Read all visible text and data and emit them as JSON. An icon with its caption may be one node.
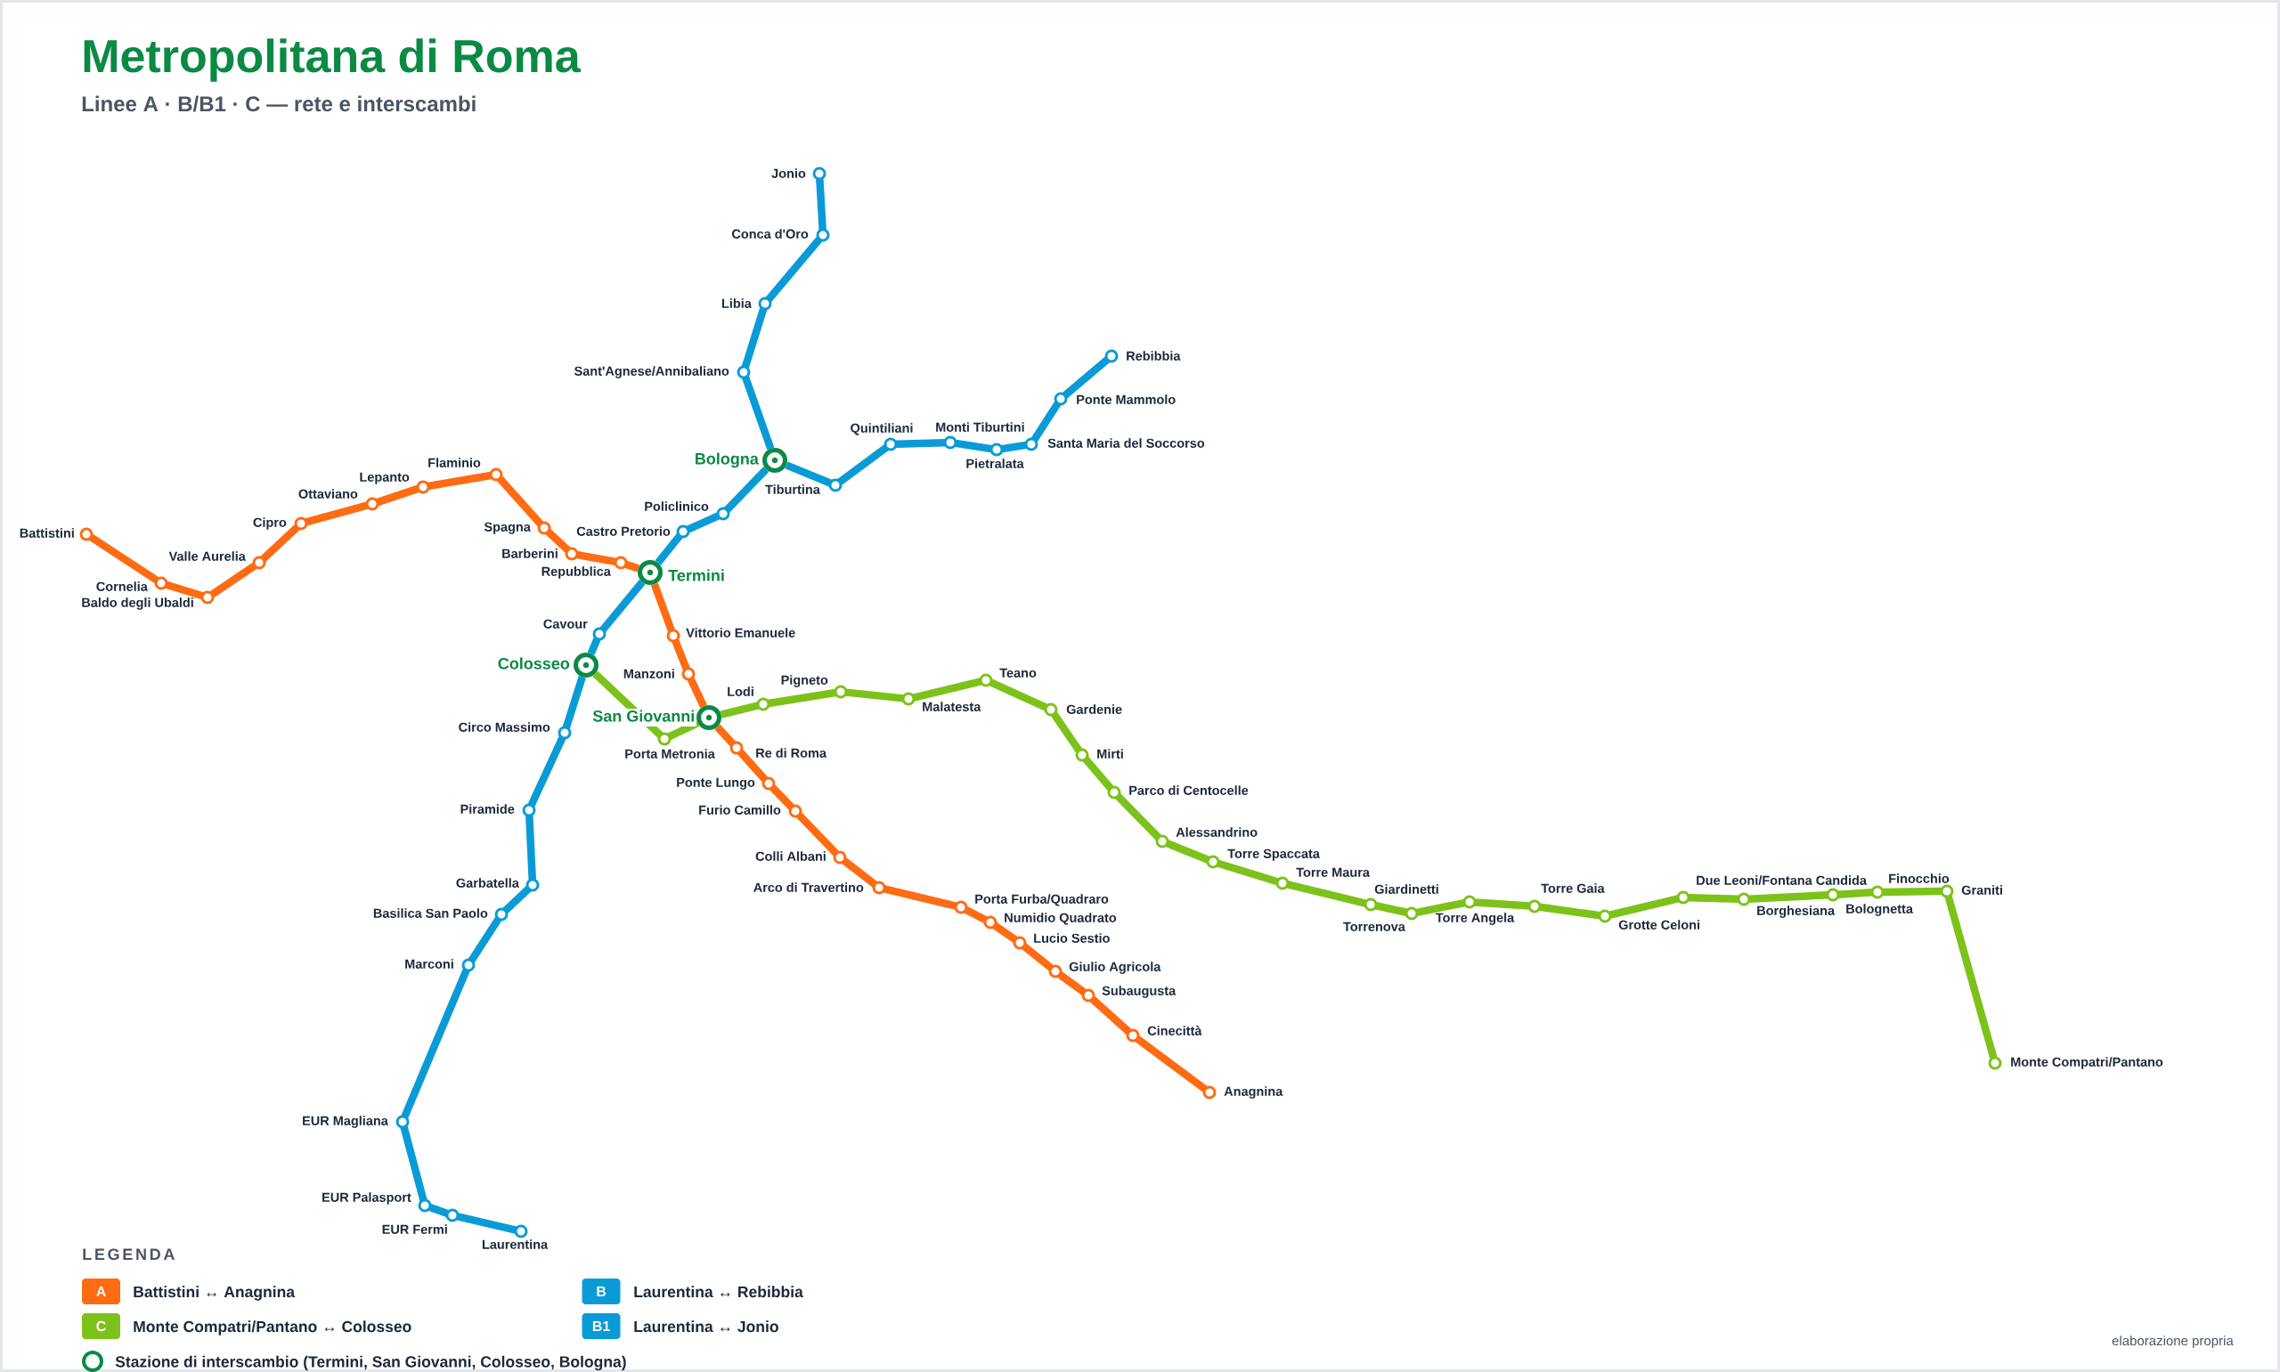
{
  "diagram": {
    "title": "Metropolitana di Roma",
    "nodes": [
      {
        "text": [],
        "shape": "circle",
        "beside": [
          "Battistini"
        ]
      },
      {
        "text": [],
        "shape": "circle",
        "beside": [
          "Cornelia"
        ]
      },
      {
        "text": [],
        "shape": "circle",
        "beside": [
          "Baldo degli Ubaldi"
        ]
      },
      {
        "text": [],
        "shape": "circle",
        "beside": [
          "Valle Aurelia"
        ]
      },
      {
        "text": [],
        "shape": "circle",
        "beside": [
          "Cipro"
        ]
      },
      {
        "text": [],
        "shape": "circle",
        "beside": [
          "Ottaviano"
        ]
      },
      {
        "text": [],
        "shape": "circle",
        "beside": [
          "Lepanto"
        ]
      },
      {
        "text": [],
        "shape": "circle",
        "beside": [
          "Flaminio"
        ]
      },
      {
        "text": [],
        "shape": "circle",
        "beside": [
          "Spagna"
        ]
      },
      {
        "text": [],
        "shape": "circle",
        "beside": [
          "Barberini"
        ]
      },
      {
        "text": [],
        "shape": "circle",
        "beside": [
          "Repubblica"
        ]
      },
      {
        "text": [],
        "shape": "circle",
        "beside": [
          "Termini"
        ]
      },
      {
        "text": [],
        "shape": "circle",
        "beside": [
          "Vittorio Emanuele"
        ]
      },
      {
        "text": [],
        "shape": "circle",
        "beside": [
          "Manzoni"
        ]
      },
      {
        "text": [],
        "shape": "circle",
        "beside": [
          "San Giovanni"
        ]
      },
      {
        "text": [],
        "shape": "circle",
        "beside": [
          "Re di Roma"
        ]
      },
      {
        "text": [],
        "shape": "circle",
        "beside": [
          "Ponte Lungo"
        ]
      },
      {
        "text": [],
        "shape": "circle",
        "beside": [
          "Furio Camillo"
        ]
      },
      {
        "text": [],
        "shape": "circle",
        "beside": [
          "Colli Albani"
        ]
      },
      {
        "text": [],
        "shape": "circle",
        "beside": [
          "Arco di Travertino"
        ]
      },
      {
        "text": [],
        "shape": "circle",
        "beside": [
          "Porta Furba/Quadraro"
        ]
      },
      {
        "text": [],
        "shape": "circle",
        "beside": [
          "Numidio Quadrato"
        ]
      },
      {
        "text": [],
        "shape": "circle",
        "beside": [
          "Lucio Sestio"
        ]
      },
      {
        "text": [],
        "shape": "circle",
        "beside": [
          "Giulio Agricola"
        ]
      },
      {
        "text": [],
        "shape": "circle",
        "beside": [
          "Subaugusta"
        ]
      },
      {
        "text": [],
        "shape": "circle",
        "beside": [
          "Cinecittà"
        ]
      },
      {
        "text": [],
        "shape": "circle",
        "beside": [
          "Anagnina"
        ]
      },
      {
        "text": [],
        "shape": "circle",
        "beside": [
          "Laurentina"
        ]
      },
      {
        "text": [],
        "shape": "circle",
        "beside": [
          "EUR Fermi"
        ]
      },
      {
        "text": [],
        "shape": "circle",
        "beside": [
          "EUR Palasport"
        ]
      },
      {
        "text": [],
        "shape": "circle",
        "beside": [
          "EUR Magliana"
        ]
      },
      {
        "text": [],
        "shape": "circle",
        "beside": [
          "Marconi"
        ]
      },
      {
        "text": [],
        "shape": "circle",
        "beside": [
          "Basilica San Paolo"
        ]
      },
      {
        "text": [],
        "shape": "circle",
        "beside": [
          "Garbatella"
        ]
      },
      {
        "text": [],
        "shape": "circle",
        "beside": [
          "Piramide"
        ]
      },
      {
        "text": [],
        "shape": "circle",
        "beside": [
          "Circo Massimo"
        ]
      },
      {
        "text": [],
        "shape": "circle",
        "beside": [
          "Colosseo"
        ]
      },
      {
        "text": [],
        "shape": "circle",
        "beside": [
          "Cavour"
        ]
      },
      {
        "text": [],
        "shape": "circle",
        "beside": [
          "Castro Pretorio"
        ]
      },
      {
        "text": [],
        "shape": "circle",
        "beside": [
          "Policlinico"
        ]
      },
      {
        "text": [],
        "shape": "circle",
        "beside": [
          "Bologna"
        ]
      },
      {
        "text": [],
        "shape": "circle",
        "beside": [
          "Tiburtina"
        ]
      },
      {
        "text": [],
        "shape": "circle",
        "beside": [
          "Quintiliani"
        ]
      },
      {
        "text": [],
        "shape": "circle",
        "beside": [
          "Monti Tiburtini"
        ]
      },
      {
        "text": [],
        "shape": "circle",
        "beside": [
          "Pietralata"
        ]
      },
      {
        "text": [],
        "shape": "circle",
        "beside": [
          "Santa Maria del Soccorso"
        ]
      },
      {
        "text": [],
        "shape": "circle",
        "beside": [
          "Ponte Mammolo"
        ]
      },
      {
        "text": [],
        "shape": "circle",
        "beside": [
          "Rebibbia"
        ]
      },
      {
        "text": [],
        "shape": "circle",
        "beside": [
          "Sant'Agnese/Annibaliano"
        ]
      },
      {
        "text": [],
        "shape": "circle",
        "beside": [
          "Libia"
        ]
      },
      {
        "text": [],
        "shape": "circle",
        "beside": [
          "Conca d'Oro"
        ]
      },
      {
        "text": [],
        "shape": "circle",
        "beside": [
          "Jonio"
        ]
      },
      {
        "text": [],
        "shape": "circle",
        "beside": [
          "Monte Compatri/Pantano"
        ]
      },
      {
        "text": [],
        "shape": "circle",
        "beside": [
          "Graniti"
        ]
      },
      {
        "text": [],
        "shape": "circle",
        "beside": [
          "Finocchio"
        ]
      },
      {
        "text": [],
        "shape": "circle",
        "beside": [
          "Bolognetta"
        ]
      },
      {
        "text": [],
        "shape": "circle",
        "beside": [
          "Borghesiana"
        ]
      },
      {
        "text": [],
        "shape": "circle",
        "beside": [
          "Due Leoni/Fontana Candida"
        ]
      },
      {
        "text": [],
        "shape": "circle",
        "beside": [
          "Grotte Celoni"
        ]
      },
      {
        "text": [],
        "shape": "circle",
        "beside": [
          "Torre Gaia"
        ]
      },
      {
        "text": [],
        "shape": "circle",
        "beside": [
          "Torre Angela"
        ]
      },
      {
        "text": [],
        "shape": "circle",
        "beside": [
          "Torrenova"
        ]
      },
      {
        "text": [],
        "shape": "circle",
        "beside": [
          "Giardinetti"
        ]
      },
      {
        "text": [],
        "shape": "circle",
        "beside": [
          "Torre Maura"
        ]
      },
      {
        "text": [],
        "shape": "circle",
        "beside": [
          "Torre Spaccata"
        ]
      },
      {
        "text": [],
        "shape": "circle",
        "beside": [
          "Alessandrino"
        ]
      },
      {
        "text": [],
        "shape": "circle",
        "beside": [
          "Parco di Centocelle"
        ]
      },
      {
        "text": [],
        "shape": "circle",
        "beside": [
          "Mirti"
        ]
      },
      {
        "text": [],
        "shape": "circle",
        "beside": [
          "Gardenie"
        ]
      },
      {
        "text": [],
        "shape": "circle",
        "beside": [
          "Teano"
        ]
      },
      {
        "text": [],
        "shape": "circle",
        "beside": [
          "Malatesta"
        ]
      },
      {
        "text": [],
        "shape": "circle",
        "beside": [
          "Pigneto"
        ]
      },
      {
        "text": [],
        "shape": "circle",
        "beside": [
          "Lodi"
        ]
      },
      {
        "text": [],
        "shape": "circle",
        "beside": [
          "Porta Metronia"
        ]
      }
    ],
    "edges": [
      {
        "from": 0,
        "to": 1,
        "arrow": "none",
        "color": "#ff6b13"
      },
      {
        "from": 1,
        "to": 2,
        "arrow": "none",
        "color": "#ff6b13"
      },
      {
        "from": 2,
        "to": 3,
        "arrow": "none",
        "color": "#ff6b13"
      },
      {
        "from": 3,
        "to": 4,
        "arrow": "none",
        "color": "#ff6b13"
      },
      {
        "from": 4,
        "to": 5,
        "arrow": "none",
        "color": "#ff6b13"
      },
      {
        "from": 5,
        "to": 6,
        "arrow": "none",
        "color": "#ff6b13"
      },
      {
        "from": 6,
        "to": 7,
        "arrow": "none",
        "color": "#ff6b13"
      },
      {
        "from": 7,
        "to": 8,
        "arrow": "none",
        "color": "#ff6b13"
      },
      {
        "from": 8,
        "to": 9,
        "arrow": "none",
        "color": "#ff6b13"
      },
      {
        "from": 9,
        "to": 10,
        "arrow": "none",
        "color": "#ff6b13"
      },
      {
        "from": 10,
        "to": 11,
        "arrow": "none",
        "color": "#ff6b13"
      },
      {
        "from": 11,
        "to": 12,
        "arrow": "none",
        "color": "#ff6b13"
      },
      {
        "from": 12,
        "to": 13,
        "arrow": "none",
        "color": "#ff6b13"
      },
      {
        "from": 13,
        "to": 14,
        "arrow": "none",
        "color": "#ff6b13"
      },
      {
        "from": 14,
        "to": 15,
        "arrow": "none",
        "color": "#ff6b13"
      },
      {
        "from": 15,
        "to": 16,
        "arrow": "none",
        "color": "#ff6b13"
      },
      {
        "from": 16,
        "to": 17,
        "arrow": "none",
        "color": "#ff6b13"
      },
      {
        "from": 17,
        "to": 18,
        "arrow": "none",
        "color": "#ff6b13"
      },
      {
        "from": 18,
        "to": 19,
        "arrow": "none",
        "color": "#ff6b13"
      },
      {
        "from": 19,
        "to": 20,
        "arrow": "none",
        "color": "#ff6b13"
      },
      {
        "from": 20,
        "to": 21,
        "arrow": "none",
        "color": "#ff6b13"
      },
      {
        "from": 21,
        "to": 22,
        "arrow": "none",
        "color": "#ff6b13"
      },
      {
        "from": 22,
        "to": 23,
        "arrow": "none",
        "color": "#ff6b13"
      },
      {
        "from": 23,
        "to": 24,
        "arrow": "none",
        "color": "#ff6b13"
      },
      {
        "from": 24,
        "to": 25,
        "arrow": "none",
        "color": "#ff6b13"
      },
      {
        "from": 25,
        "to": 26,
        "arrow": "none",
        "color": "#ff6b13"
      },
      {
        "from": 27,
        "to": 28,
        "arrow": "none",
        "color": "#0a9bd7"
      },
      {
        "from": 28,
        "to": 29,
        "arrow": "none",
        "color": "#0a9bd7"
      },
      {
        "from": 29,
        "to": 30,
        "arrow": "none",
        "color": "#0a9bd7"
      },
      {
        "from": 30,
        "to": 31,
        "arrow": "none",
        "color": "#0a9bd7"
      },
      {
        "from": 31,
        "to": 32,
        "arrow": "none",
        "color": "#0a9bd7"
      },
      {
        "from": 32,
        "to": 33,
        "arrow": "none",
        "color": "#0a9bd7"
      },
      {
        "from": 33,
        "to": 34,
        "arrow": "none",
        "color": "#0a9bd7"
      },
      {
        "from": 34,
        "to": 35,
        "arrow": "none",
        "color": "#0a9bd7"
      },
      {
        "from": 35,
        "to": 36,
        "arrow": "none",
        "color": "#0a9bd7"
      },
      {
        "from": 36,
        "to": 37,
        "arrow": "none",
        "color": "#0a9bd7"
      },
      {
        "from": 37,
        "to": 11,
        "arrow": "none",
        "color": "#0a9bd7"
      },
      {
        "from": 11,
        "to": 38,
        "arrow": "none",
        "color": "#0a9bd7"
      },
      {
        "from": 38,
        "to": 39,
        "arrow": "none",
        "color": "#0a9bd7"
      },
      {
        "from": 39,
        "to": 40,
        "arrow": "none",
        "color": "#0a9bd7"
      },
      {
        "from": 40,
        "to": 41,
        "arrow": "none",
        "color": "#0a9bd7"
      },
      {
        "from": 41,
        "to": 42,
        "arrow": "none",
        "color": "#0a9bd7"
      },
      {
        "from": 42,
        "to": 43,
        "arrow": "none",
        "color": "#0a9bd7"
      },
      {
        "from": 43,
        "to": 44,
        "arrow": "none",
        "color": "#0a9bd7"
      },
      {
        "from": 44,
        "to": 45,
        "arrow": "none",
        "color": "#0a9bd7"
      },
      {
        "from": 45,
        "to": 46,
        "arrow": "none",
        "color": "#0a9bd7"
      },
      {
        "from": 46,
        "to": 47,
        "arrow": "none",
        "color": "#0a9bd7"
      },
      {
        "from": 40,
        "to": 48,
        "arrow": "none",
        "color": "#0a9bd7"
      },
      {
        "from": 48,
        "to": 49,
        "arrow": "none",
        "color": "#0a9bd7"
      },
      {
        "from": 49,
        "to": 50,
        "arrow": "none",
        "color": "#0a9bd7"
      },
      {
        "from": 50,
        "to": 51,
        "arrow": "none",
        "color": "#0a9bd7"
      },
      {
        "from": 52,
        "to": 53,
        "arrow": "none",
        "color": "#7cc21a"
      },
      {
        "from": 53,
        "to": 54,
        "arrow": "none",
        "color": "#7cc21a"
      },
      {
        "from": 54,
        "to": 55,
        "arrow": "none",
        "color": "#7cc21a"
      },
      {
        "from": 55,
        "to": 56,
        "arrow": "none",
        "color": "#7cc21a"
      },
      {
        "from": 56,
        "to": 57,
        "arrow": "none",
        "color": "#7cc21a"
      },
      {
        "from": 57,
        "to": 58,
        "arrow": "none",
        "color": "#7cc21a"
      },
      {
        "from": 58,
        "to": 59,
        "arrow": "none",
        "color": "#7cc21a"
      },
      {
        "from": 59,
        "to": 60,
        "arrow": "none",
        "color": "#7cc21a"
      },
      {
        "from": 60,
        "to": 61,
        "arrow": "none",
        "color": "#7cc21a"
      },
      {
        "from": 61,
        "to": 62,
        "arrow": "none",
        "color": "#7cc21a"
      },
      {
        "from": 62,
        "to": 63,
        "arrow": "none",
        "color": "#7cc21a"
      },
      {
        "from": 63,
        "to": 64,
        "arrow": "none",
        "color": "#7cc21a"
      },
      {
        "from": 64,
        "to": 65,
        "arrow": "none",
        "color": "#7cc21a"
      },
      {
        "from": 65,
        "to": 66,
        "arrow": "none",
        "color": "#7cc21a"
      },
      {
        "from": 66,
        "to": 67,
        "arrow": "none",
        "color": "#7cc21a"
      },
      {
        "from": 67,
        "to": 68,
        "arrow": "none",
        "color": "#7cc21a"
      },
      {
        "from": 68,
        "to": 69,
        "arrow": "none",
        "color": "#7cc21a"
      },
      {
        "from": 69,
        "to": 70,
        "arrow": "none",
        "color": "#7cc21a"
      },
      {
        "from": 70,
        "to": 71,
        "arrow": "none",
        "color": "#7cc21a"
      },
      {
        "from": 71,
        "to": 72,
        "arrow": "none",
        "color": "#7cc21a"
      },
      {
        "from": 72,
        "to": 14,
        "arrow": "none",
        "color": "#7cc21a"
      },
      {
        "from": 14,
        "to": 73,
        "arrow": "none",
        "color": "#7cc21a"
      },
      {
        "from": 73,
        "to": 36,
        "arrow": "none",
        "color": "#7cc21a"
      }
    ],
    "labels": [
      "Linee A · B/B1 · C — rete e interscambi",
      "LEGENDA",
      "A",
      "B",
      "C",
      "B1",
      "elaborazione propria"
    ],
    "legend": [
      {
        "text": "Battistini ↔ Anagnina",
        "color": "#ff6b13"
      },
      {
        "text": "Laurentina ↔ Rebibbia",
        "color": "#0a9bd7"
      },
      {
        "text": "Monte Compatri/Pantano ↔ Colosseo",
        "color": "#7cc21a"
      },
      {
        "text": "Laurentina ↔ Jonio",
        "color": "#0a9bd7"
      },
      {
        "text": "Stazione di interscambio (Termini, San Giovanni, Colosseo, Bologna)"
      }
    ]
  }
}
